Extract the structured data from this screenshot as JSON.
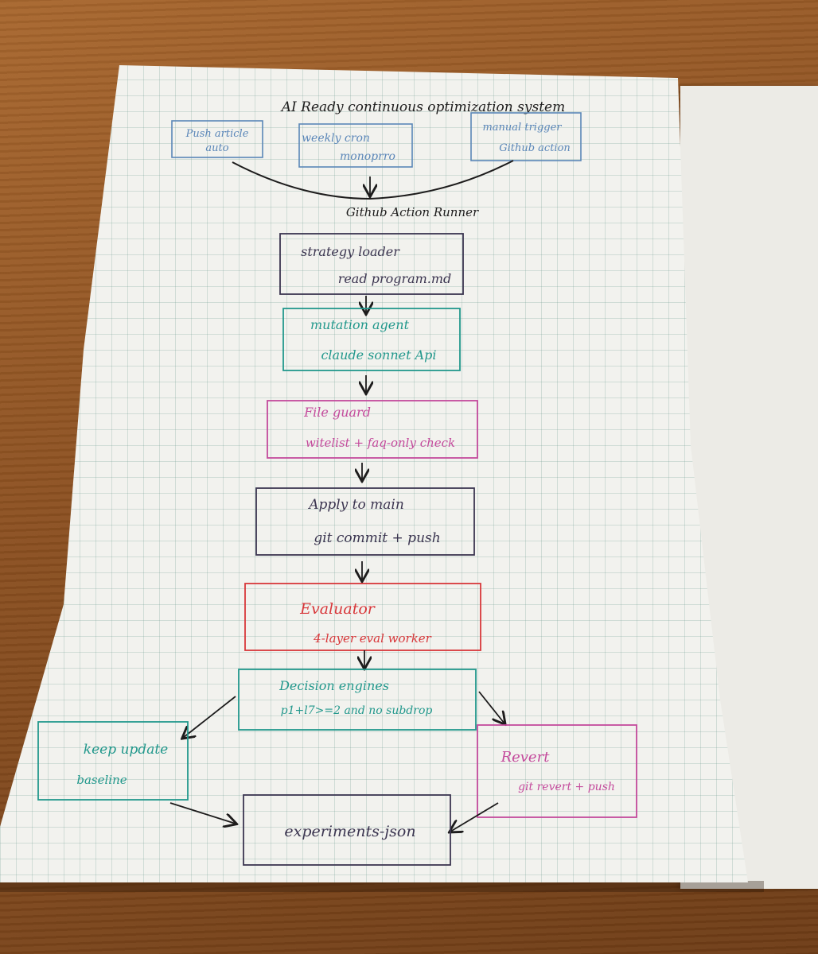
{
  "title": "AI Ready continuous optimization system",
  "triggers": [
    {
      "line1": "Push article",
      "line2": "auto"
    },
    {
      "line1": "weekly cron",
      "line2": "monoprro"
    },
    {
      "line1": "manual trigger",
      "line2": "Github action"
    }
  ],
  "runner_label": "Github Action Runner",
  "steps": [
    {
      "line1": "strategy loader",
      "line2": "read program.md"
    },
    {
      "line1": "mutation agent",
      "line2": "claude sonnet Api"
    },
    {
      "line1": "File guard",
      "line2": "witelist + faq-only check"
    },
    {
      "line1": "Apply to main",
      "line2": "git commit + push"
    },
    {
      "line1": "Evaluator",
      "line2": "4-layer eval worker"
    },
    {
      "line1": "Decision engines",
      "line2": "p1+l7>=2 and no subdrop"
    }
  ],
  "keep": {
    "line1": "keep update",
    "line2": "baseline"
  },
  "revert": {
    "line1": "Revert",
    "line2": "git revert + push"
  },
  "output": "experiments-json",
  "colors": {
    "blue": "#5a86b8",
    "dark": "#3b3550",
    "teal": "#22988c",
    "magenta": "#c44a9c",
    "red": "#d8373a",
    "black": "#1d1c1c"
  }
}
